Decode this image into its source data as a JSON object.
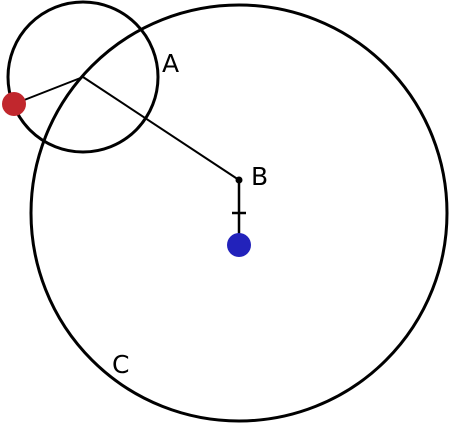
{
  "labels": {
    "a": "A",
    "b": "B",
    "c": "C"
  },
  "colors": {
    "stroke": "#000000",
    "red_point": "#c1272d",
    "blue_point": "#2222bb",
    "background": "#ffffff"
  }
}
